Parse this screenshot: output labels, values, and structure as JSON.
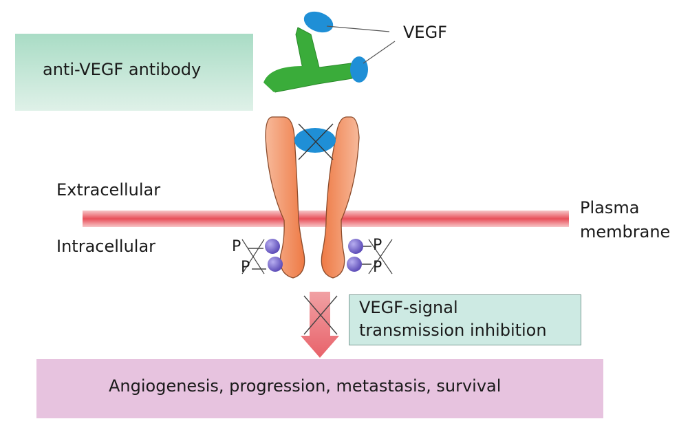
{
  "labels": {
    "vegf": "VEGF",
    "antibody": "anti-VEGF antibody",
    "extracellular": "Extracellular",
    "intracellular": "Intracellular",
    "plasma_membrane_line1": "Plasma",
    "plasma_membrane_line2": "membrane",
    "phospho": "P",
    "signal_line1": "VEGF-signal",
    "signal_line2": "transmission inhibition",
    "outcome": "Angiogenesis, progression, metastasis, survival"
  },
  "colors": {
    "vegf_blue": "#1f8fd6",
    "antibody_green": "#3aac3a",
    "receptor_orange": "#f08a55",
    "membrane_red": "#e8505a",
    "arrow_pink": "#ec7478",
    "phospho_purple": "#6b5bc0"
  }
}
